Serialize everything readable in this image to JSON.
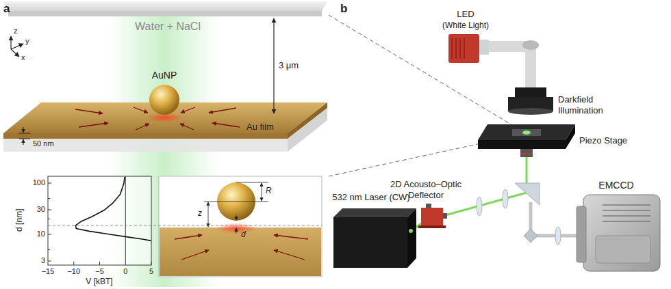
{
  "diagram": {
    "labels": [
      "a",
      "b",
      "Water + NaCl",
      "z",
      "y",
      "x",
      "AuNP",
      "3 μm",
      "Au film",
      "50 nm",
      "100",
      "30",
      "10",
      "3",
      "d [nm]",
      "−15",
      "−10",
      "−5",
      "0",
      "5",
      "V [kBT]",
      "R",
      "z",
      "d",
      "LED",
      "(White Light)",
      "Darkfield Illumination",
      "Piezo Stage",
      "2D Acousto–Optic Deflector",
      "532 nm Laser (CW)",
      "EMCCD"
    ]
  }
}
